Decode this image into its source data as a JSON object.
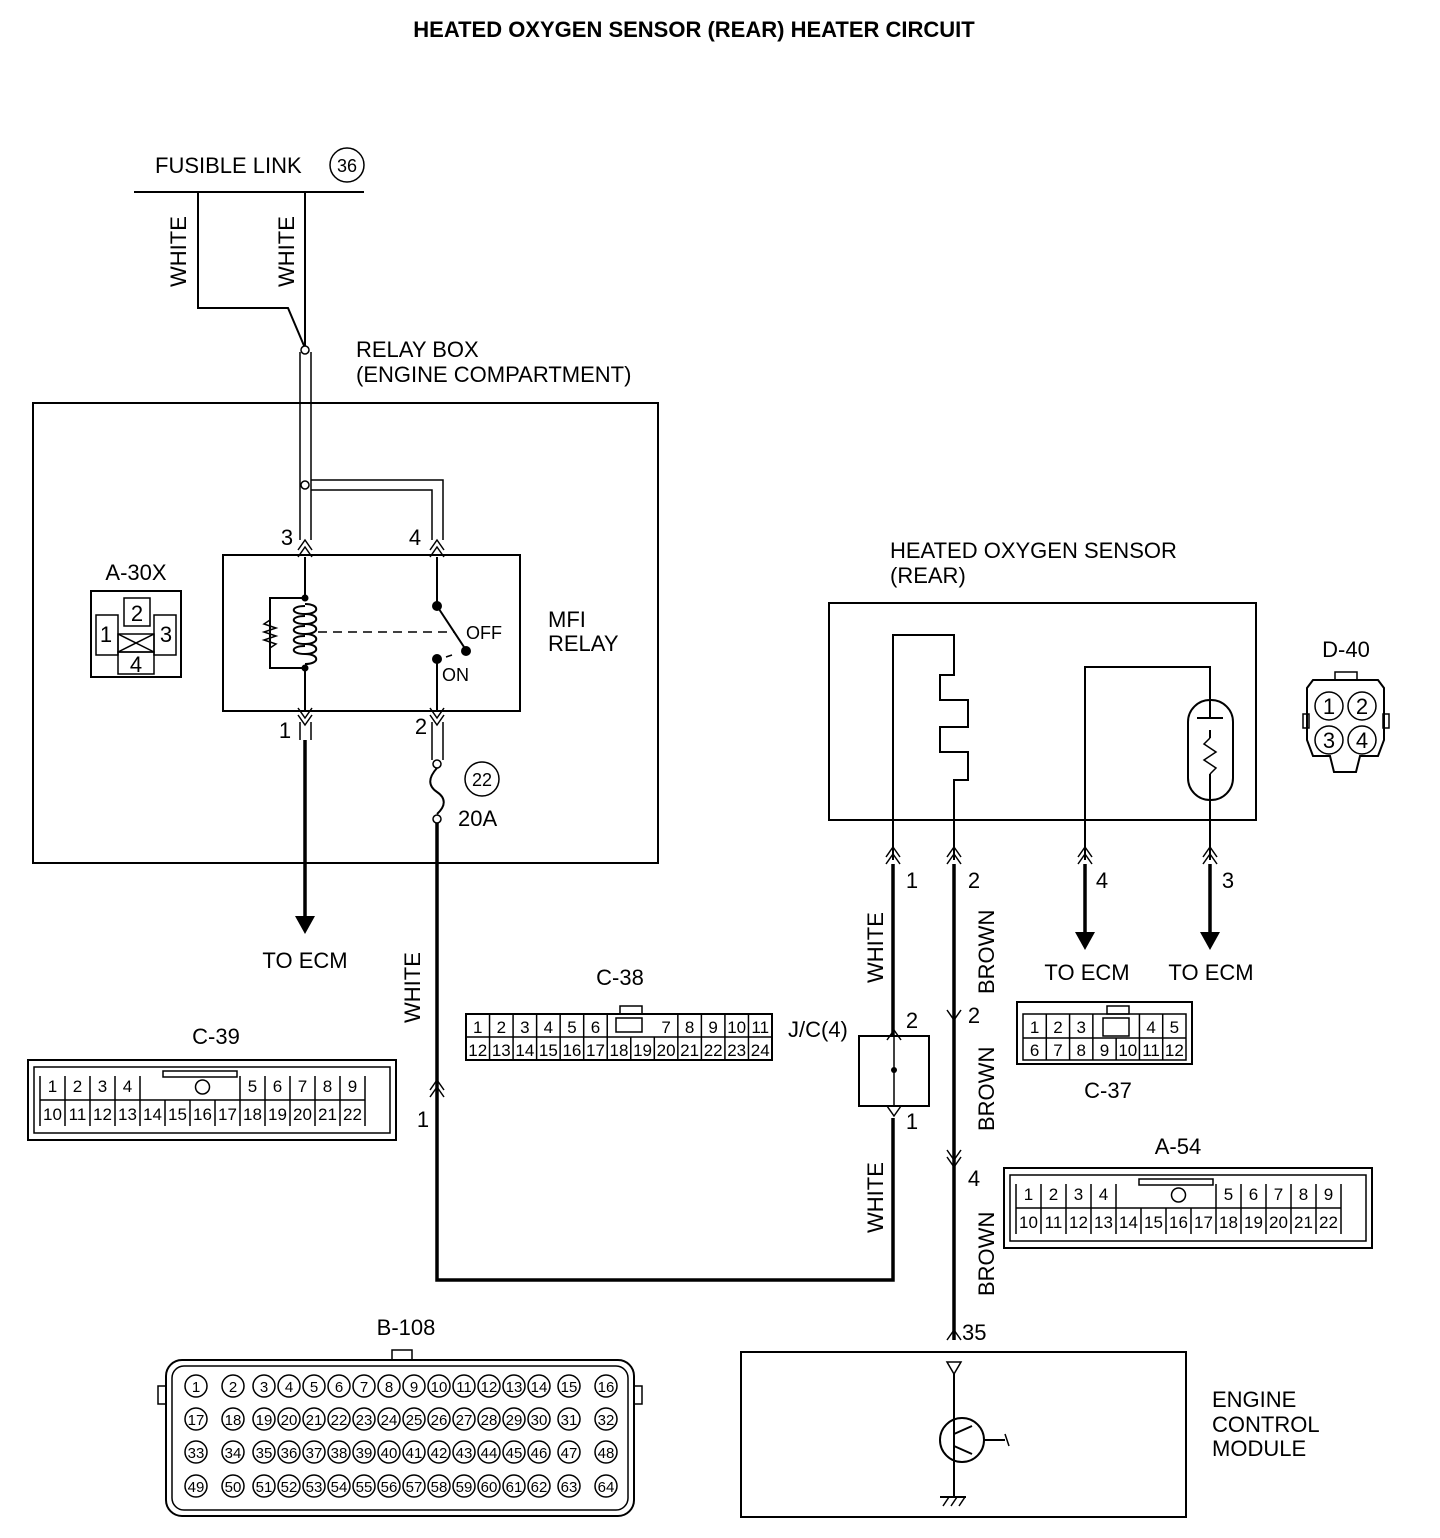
{
  "title": "HEATED OXYGEN SENSOR (REAR) HEATER CIRCUIT",
  "fusible_link": {
    "label": "FUSIBLE LINK",
    "number": "36"
  },
  "relay_box": {
    "line1": "RELAY BOX",
    "line2": "(ENGINE COMPARTMENT)"
  },
  "mfi_relay": {
    "line1": "MFI",
    "line2": "RELAY",
    "off": "OFF",
    "on": "ON",
    "pins": [
      "3",
      "4",
      "1",
      "2"
    ]
  },
  "fuse": {
    "number": "22",
    "rating": "20A"
  },
  "wires": {
    "white": "WHITE",
    "brown": "BROWN"
  },
  "to_ecm": "TO ECM",
  "sensor": {
    "line1": "HEATED OXYGEN SENSOR",
    "line2": "(REAR)",
    "pins": [
      "1",
      "2",
      "4",
      "3"
    ]
  },
  "junction": {
    "label": "J/C(4)",
    "pin_top": "2",
    "pin_bottom": "1"
  },
  "ecm": {
    "line1": "ENGINE",
    "line2": "CONTROL",
    "line3": "MODULE",
    "pin": "35"
  },
  "pin_labels": {
    "p1": "1",
    "p2": "2",
    "p4": "4"
  },
  "connectors": {
    "a30x": {
      "name": "A-30X",
      "pins": [
        "1",
        "2",
        "3",
        "4"
      ]
    },
    "d40": {
      "name": "D-40",
      "pins": [
        "1",
        "2",
        "3",
        "4"
      ]
    },
    "c38": {
      "name": "C-38",
      "row1": [
        "1",
        "2",
        "3",
        "4",
        "5",
        "6",
        "7",
        "8",
        "9",
        "10",
        "11"
      ],
      "row2": [
        "12",
        "13",
        "14",
        "15",
        "16",
        "17",
        "18",
        "19",
        "20",
        "21",
        "22",
        "23",
        "24"
      ]
    },
    "c39": {
      "name": "C-39",
      "row1": [
        "1",
        "2",
        "3",
        "4",
        "5",
        "6",
        "7",
        "8",
        "9"
      ],
      "row2": [
        "10",
        "11",
        "12",
        "13",
        "14",
        "15",
        "16",
        "17",
        "18",
        "19",
        "20",
        "21",
        "22"
      ]
    },
    "c37": {
      "name": "C-37",
      "row1": [
        "1",
        "2",
        "3",
        "4",
        "5"
      ],
      "row2": [
        "6",
        "7",
        "8",
        "9",
        "10",
        "11",
        "12"
      ]
    },
    "a54": {
      "name": "A-54",
      "row1": [
        "1",
        "2",
        "3",
        "4",
        "5",
        "6",
        "7",
        "8",
        "9"
      ],
      "row2": [
        "10",
        "11",
        "12",
        "13",
        "14",
        "15",
        "16",
        "17",
        "18",
        "19",
        "20",
        "21",
        "22"
      ]
    },
    "b108": {
      "name": "B-108",
      "pins": [
        "1",
        "2",
        "3",
        "4",
        "5",
        "6",
        "7",
        "8",
        "9",
        "10",
        "11",
        "12",
        "13",
        "14",
        "15",
        "16",
        "17",
        "18",
        "19",
        "20",
        "21",
        "22",
        "23",
        "24",
        "25",
        "26",
        "27",
        "28",
        "29",
        "30",
        "31",
        "32",
        "33",
        "34",
        "35",
        "36",
        "37",
        "38",
        "39",
        "40",
        "41",
        "42",
        "43",
        "44",
        "45",
        "46",
        "47",
        "48",
        "49",
        "50",
        "51",
        "52",
        "53",
        "54",
        "55",
        "56",
        "57",
        "58",
        "59",
        "60",
        "61",
        "62",
        "63",
        "64"
      ]
    }
  }
}
